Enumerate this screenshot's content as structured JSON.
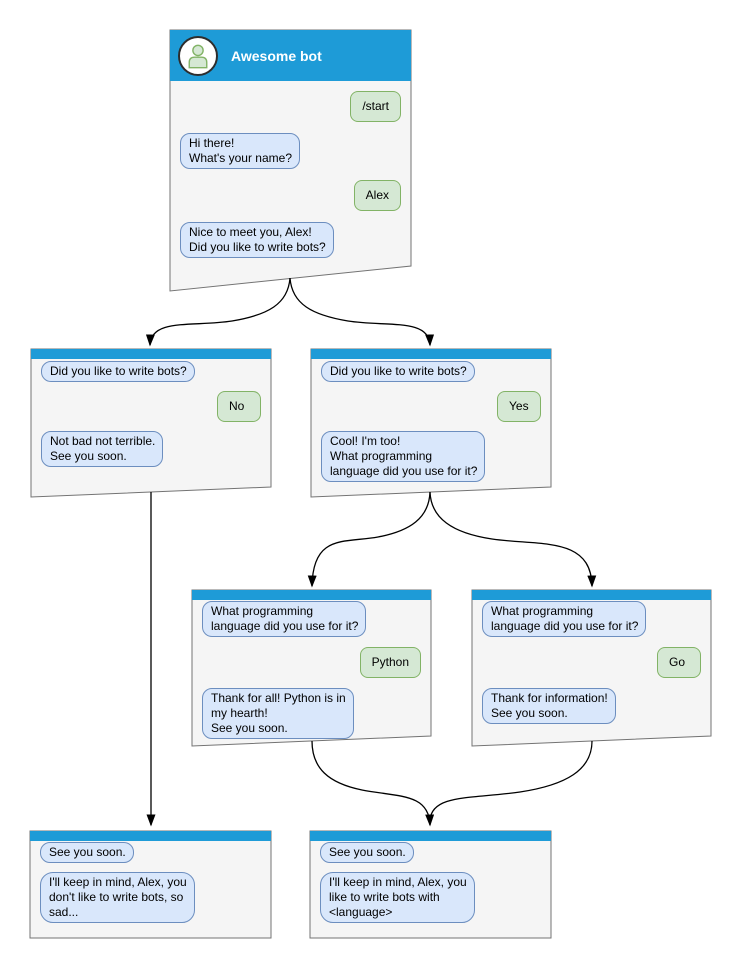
{
  "colors": {
    "header_bar": "#1e9bd7",
    "card_fill": "#f5f5f5",
    "card_stroke": "#737373",
    "bot_fill": "#d9e7fb",
    "bot_stroke": "#6c8ebf",
    "user_fill": "#d5e8d4",
    "user_stroke": "#82b366",
    "arrow": "#000000"
  },
  "cards": [
    {
      "name": "root-chat",
      "title": "Awesome bot",
      "messages": [
        {
          "from": "user",
          "text": "/start"
        },
        {
          "from": "bot",
          "text": "Hi there!\nWhat's your name?"
        },
        {
          "from": "user",
          "text": "Alex"
        },
        {
          "from": "bot",
          "text": "Nice to meet you, Alex!\nDid you like to write bots?"
        }
      ]
    },
    {
      "name": "branch-no",
      "messages": [
        {
          "from": "bot",
          "text": "Did you like to write bots?"
        },
        {
          "from": "user",
          "text": "No"
        },
        {
          "from": "bot",
          "text": "Not bad not terrible.\nSee you soon."
        }
      ]
    },
    {
      "name": "branch-yes",
      "messages": [
        {
          "from": "bot",
          "text": "Did you like to write bots?"
        },
        {
          "from": "user",
          "text": "Yes"
        },
        {
          "from": "bot",
          "text": "Cool! I'm too!\nWhat programming\nlanguage did you use for it?"
        }
      ]
    },
    {
      "name": "branch-python",
      "messages": [
        {
          "from": "bot",
          "text": "What programming\nlanguage did you use for it?"
        },
        {
          "from": "user",
          "text": "Python"
        },
        {
          "from": "bot",
          "text": "Thank for all! Python is in\nmy hearth!\nSee you soon."
        }
      ]
    },
    {
      "name": "branch-go",
      "messages": [
        {
          "from": "bot",
          "text": "What programming\nlanguage did you use for it?"
        },
        {
          "from": "user",
          "text": "Go"
        },
        {
          "from": "bot",
          "text": "Thank for information!\nSee you soon."
        }
      ]
    },
    {
      "name": "end-no",
      "messages": [
        {
          "from": "bot",
          "text": "See you soon."
        },
        {
          "from": "bot",
          "text": "I'll keep in mind, Alex, you\ndon't like to write bots, so\nsad..."
        }
      ]
    },
    {
      "name": "end-yes",
      "messages": [
        {
          "from": "bot",
          "text": "See you soon."
        },
        {
          "from": "bot",
          "text": "I'll keep in mind, Alex, you\nlike to write bots with\n<language>"
        }
      ]
    }
  ]
}
